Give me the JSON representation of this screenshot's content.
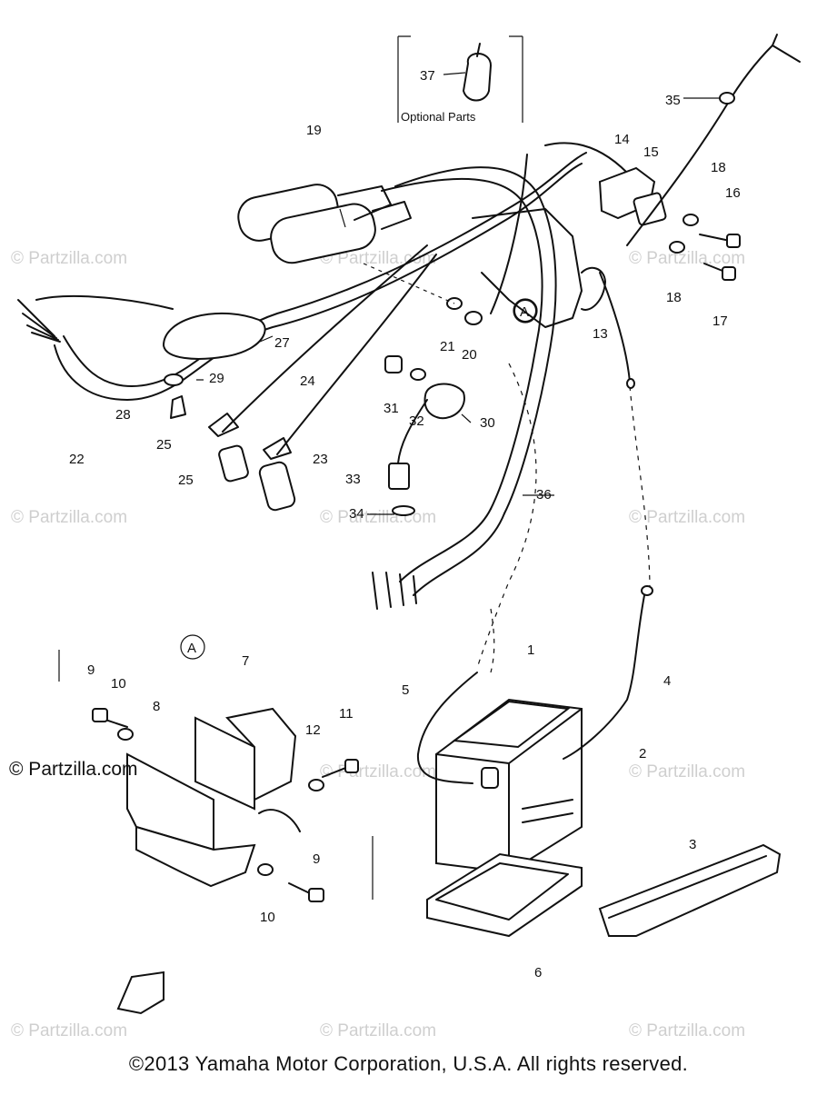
{
  "callouts": [
    "1",
    "2",
    "3",
    "4",
    "5",
    "6",
    "7",
    "8",
    "9",
    "9",
    "10",
    "10",
    "11",
    "12",
    "13",
    "14",
    "15",
    "16",
    "17",
    "18",
    "18",
    "19",
    "20",
    "21",
    "22",
    "23",
    "24",
    "25",
    "25",
    "27",
    "28",
    "29",
    "30",
    "31",
    "32",
    "33",
    "34",
    "35",
    "36",
    "37"
  ],
  "callout_letter": "A",
  "optional_parts_label": "Optional Parts",
  "watermark": "© Partzilla.com",
  "copyright": "©2013 Yamaha Motor Corporation, U.S.A. All rights reserved.",
  "colors": {
    "ink": "#111111",
    "watermark": "#cfcfcf",
    "background": "#ffffff"
  }
}
